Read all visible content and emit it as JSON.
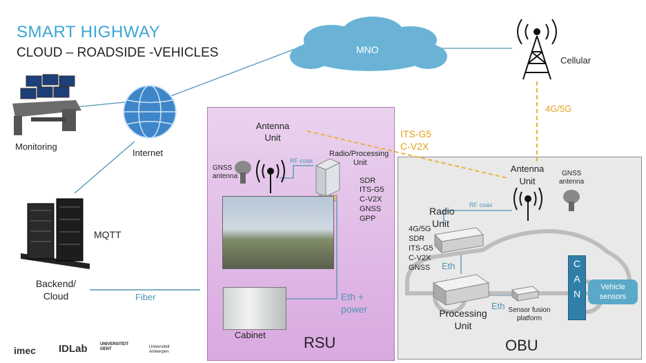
{
  "title": {
    "line1": "SMART HIGHWAY",
    "line2": "CLOUD – ROADSIDE -VEHICLES"
  },
  "labels": {
    "monitoring": "Monitoring",
    "internet": "Internet",
    "mno": "MNO",
    "cellular": "Cellular",
    "mqtt": "MQTT",
    "backend_line1": "Backend/",
    "backend_line2": "Cloud",
    "fiber": "Fiber",
    "cellular_link": "4G/5G",
    "its_g5": "ITS-G5",
    "c_v2x": "C-V2X"
  },
  "rsu": {
    "title": "RSU",
    "antenna_line1": "Antenna",
    "antenna_line2": "Unit",
    "gnss_line1": "GNSS",
    "gnss_line2": "antenna",
    "rf_coax": "RF coax",
    "radio_line1": "Radio/Processing",
    "radio_line2": "Unit",
    "specs": [
      "SDR",
      "ITS-G5",
      "C-V2X",
      "GNSS",
      "GPP"
    ],
    "eth_line1": "Eth +",
    "eth_line2": "power",
    "cabinet": "Cabinet"
  },
  "obu": {
    "title": "OBU",
    "antenna_line1": "Antenna",
    "antenna_line2": "Unit",
    "gnss_line1": "GNSS",
    "gnss_line2": "antenna",
    "rf_coax": "RF coax",
    "radio_line1": "Radio",
    "radio_line2": "Unit",
    "specs": [
      "4G/5G",
      "SDR",
      "ITS-G5",
      "C-V2X",
      "GNSS"
    ],
    "eth1": "Eth",
    "eth2": "Eth",
    "processing_line1": "Processing",
    "processing_line2": "Unit",
    "fusion_line1": "Sensor fusion",
    "fusion_line2": "platform",
    "can": [
      "C",
      "A",
      "N"
    ],
    "vehicle_line1": "Vehicle",
    "vehicle_line2": "sensors"
  },
  "logos": {
    "imec": "imec",
    "idlab": "IDLab",
    "ugent": "UNIVERSITEIT GENT",
    "uantwerp": "Universiteit Antwerpen"
  },
  "colors": {
    "link": "#4f93b3",
    "wireless": "#e8b23a",
    "rsu": "#d9a8e0",
    "obu": "#e9e9e9",
    "title": "#3aa6d3"
  }
}
